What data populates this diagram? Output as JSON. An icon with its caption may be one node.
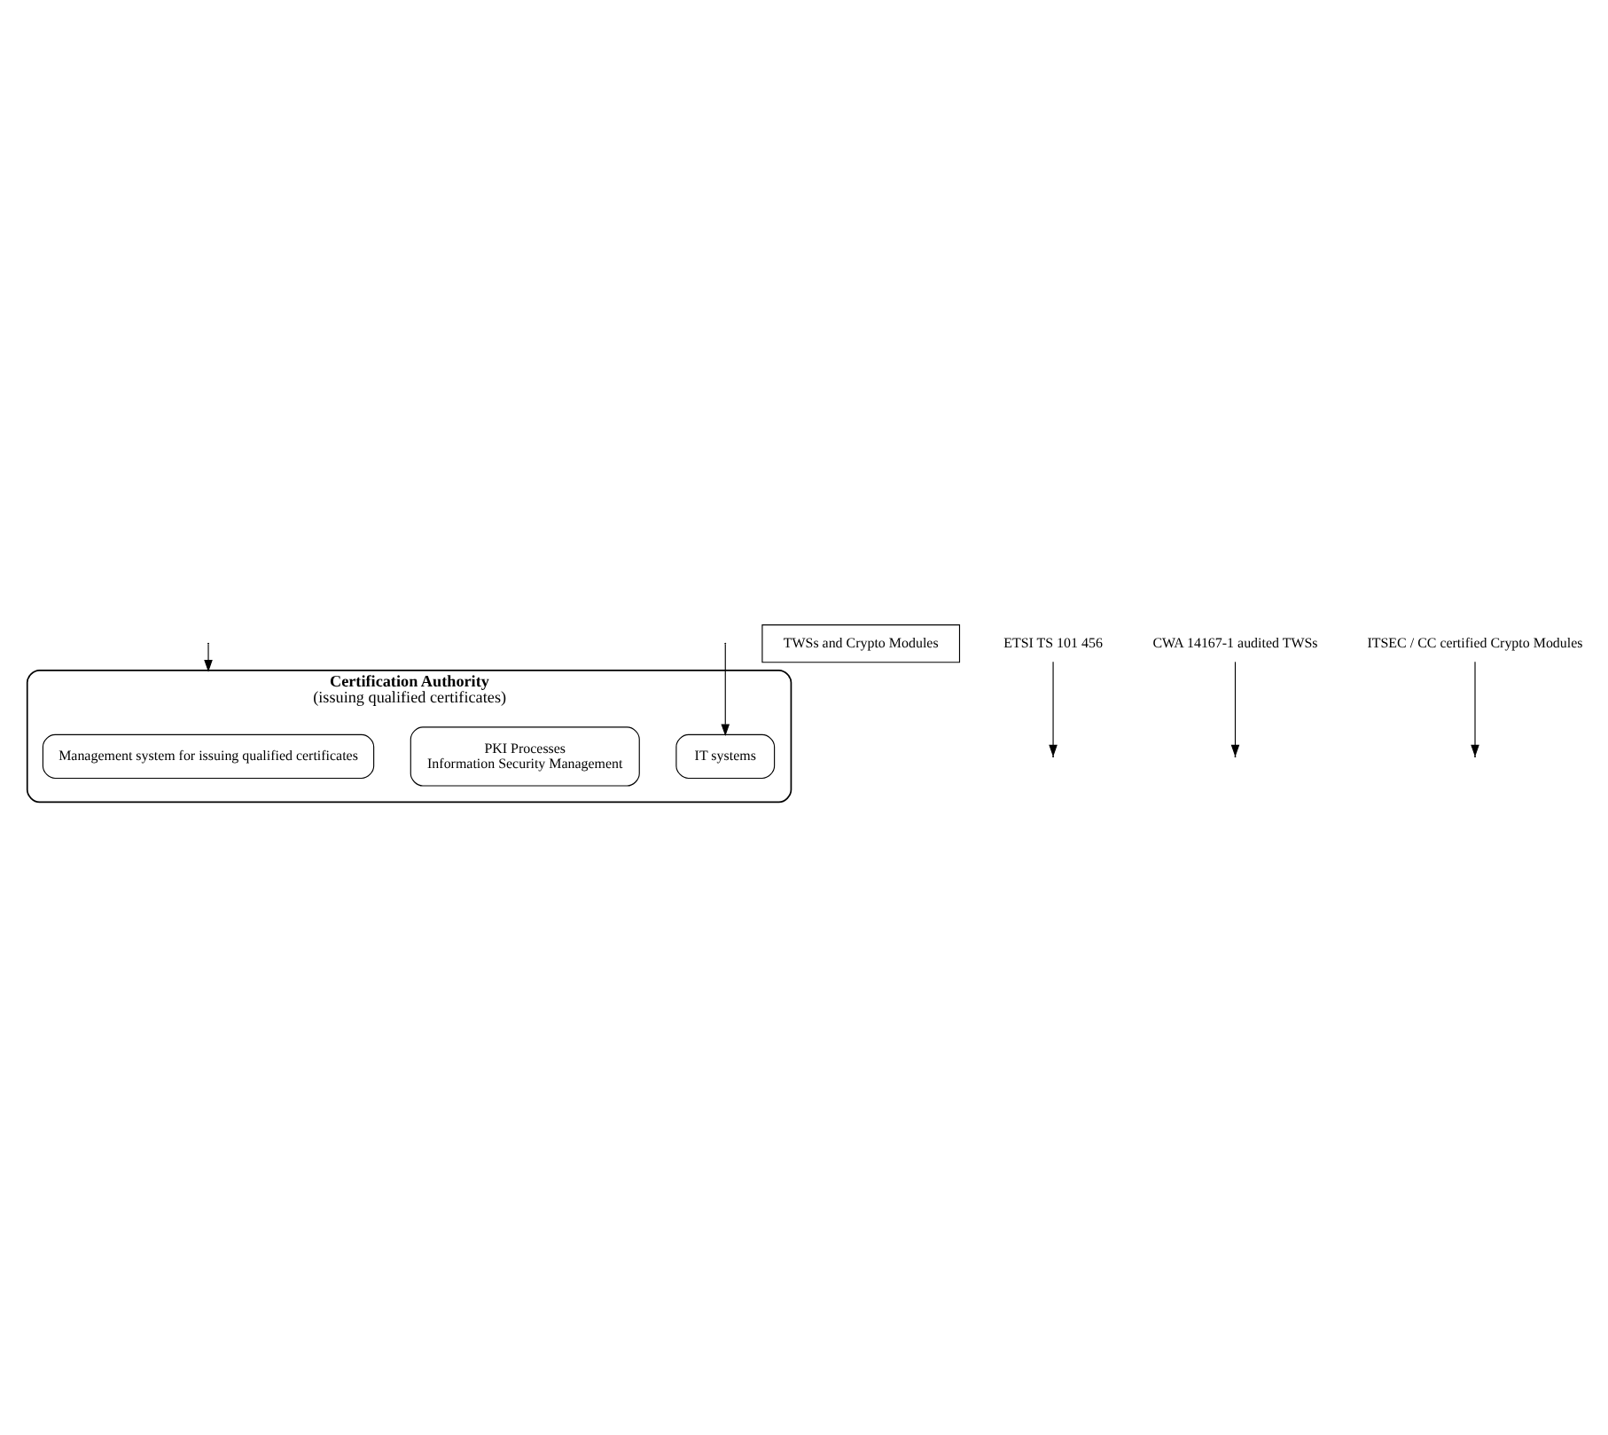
{
  "diagram": {
    "nodes": [
      {
        "text": [
          "Certification Authority",
          "(issuing qualified certificates)"
        ]
      },
      {
        "text": [
          "Management system for issuing qualified certificates"
        ],
        "in": 0
      },
      {
        "text": [
          "PKI Processes",
          "Information Security Management"
        ],
        "in": 0
      },
      {
        "text": [
          "IT systems"
        ],
        "in": 0
      },
      {
        "text": [
          "TWSs and Crypto Modules"
        ]
      },
      {
        "text": [
          "ETSI TS 101 456"
        ]
      },
      {
        "text": [
          "CWA 14167-1 audited TWSs"
        ]
      },
      {
        "text": [
          "ITSEC / CC certified Crypto Modules"
        ]
      }
    ],
    "edges": [
      {
        "from": null,
        "to": 0,
        "arrow": "to"
      },
      {
        "from": 5,
        "to": null,
        "arrow": "to"
      },
      {
        "from": null,
        "to": 3,
        "arrow": "to"
      },
      {
        "from": 6,
        "to": null,
        "arrow": "to"
      },
      {
        "from": 7,
        "to": null,
        "arrow": "to"
      }
    ]
  }
}
